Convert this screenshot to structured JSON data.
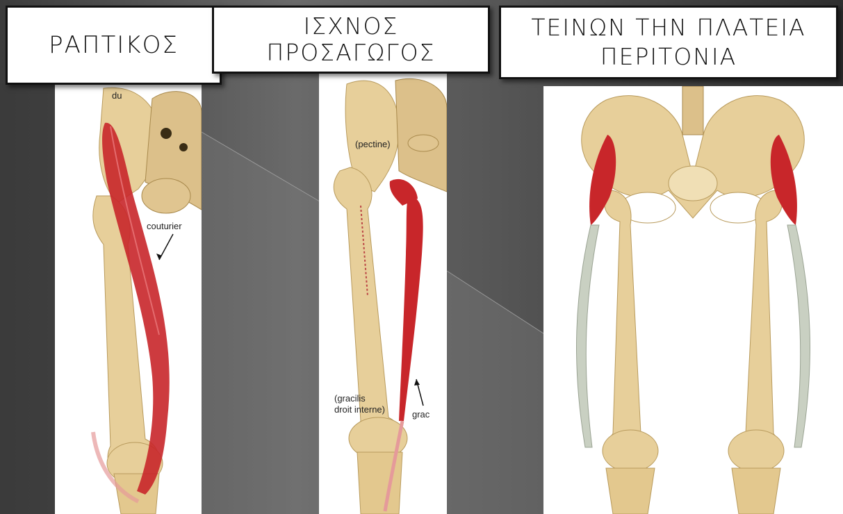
{
  "titles": {
    "sartorius": "ΡΑΠΤΙΚΟΣ",
    "gracilis_line1": "ΙΣΧΝΟΣ",
    "gracilis_line2": "ΠΡΟΣΑΓΩΓΟΣ",
    "tfl_line1": "ΤΕΙΝΩΝ ΤΗΝ ΠΛΑΤΕΙΑ",
    "tfl_line2": "ΠΕΡΙΤΟΝΙΑ"
  },
  "image_labels": {
    "du": "du",
    "couturier": "couturier",
    "pectine": "(pectine)",
    "gracilis_a": "(gracilis",
    "gracilis_b": "droit interne)",
    "grac": "grac"
  },
  "colors": {
    "bone": "#e7cf9a",
    "muscle": "#c8262a",
    "tendon": "#c9d0c2"
  }
}
